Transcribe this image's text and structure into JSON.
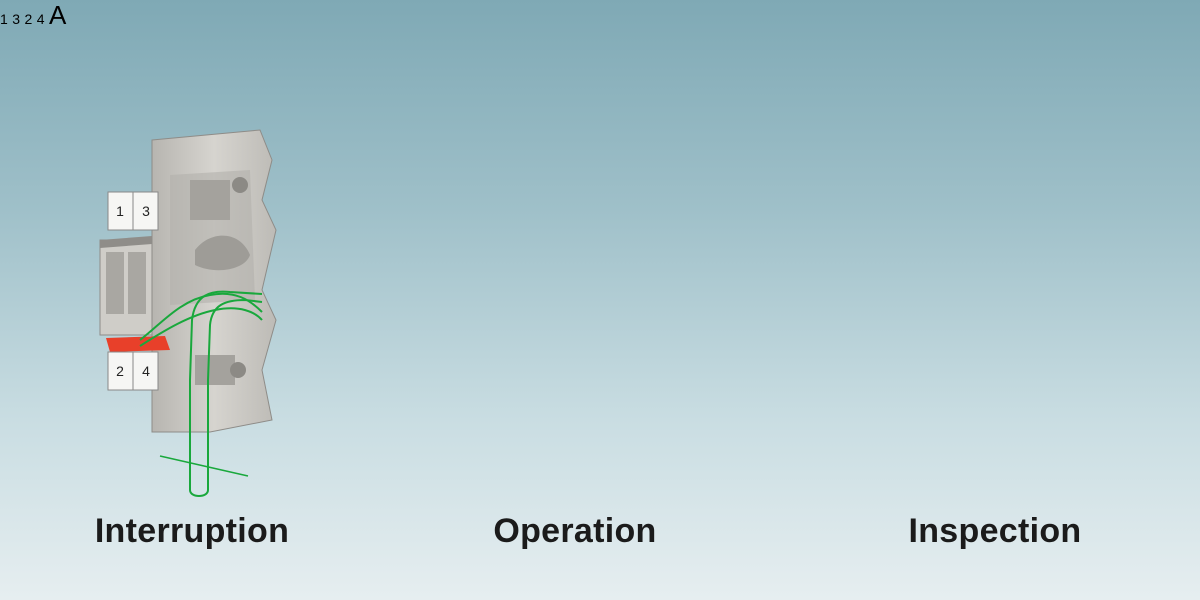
{
  "panels": [
    {
      "caption": "Interruption",
      "markers": {
        "top_left": "1",
        "top_right": "3",
        "bottom_left": "2",
        "bottom_right": "4"
      }
    },
    {
      "caption": "Operation",
      "markers": {
        "top_left": "1",
        "top_right": "3",
        "bottom_left": "2",
        "bottom_right": "4"
      }
    },
    {
      "caption": "Inspection",
      "meter_label": "A"
    }
  ],
  "colors": {
    "circuit_green": "#19a83c",
    "highlight_green": "#b9e25a",
    "disconnect_red": "#e8402a",
    "test_plug_purple": "#c889c8",
    "housing_grey": "#c9c7c2"
  }
}
